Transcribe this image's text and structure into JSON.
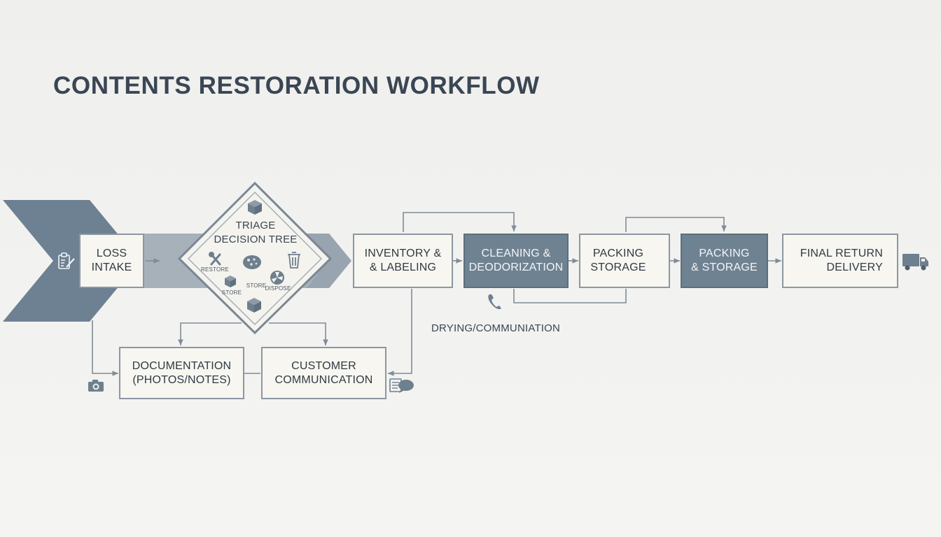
{
  "title": "CONTENTS RESTORATION WORKFLOW",
  "nodes": {
    "loss_intake": {
      "line1": "LOSS",
      "line2": "INTAKE"
    },
    "triage": {
      "line1": "TRIAGE",
      "line2": "DECISION TREE",
      "opt_restore": "RESTORE",
      "opt_store": "STORE",
      "opt_store2": "STORE",
      "opt_dispose": "DISPOSE"
    },
    "inventory": {
      "line1": "INVENTORY &",
      "line2": "& LABELING"
    },
    "cleaning": {
      "line1": "CLEANING &",
      "line2": "DEODORIZATION"
    },
    "packing1": {
      "line1": "PACKING",
      "line2": "STORAGE"
    },
    "packing2": {
      "line1": "PACKING",
      "line2": "& STORAGE"
    },
    "final_return": {
      "line1": "FINAL RETURN",
      "line2": "DELIVERY"
    },
    "documentation": {
      "line1": "DOCUMENTATION",
      "line2": "(PHOTOS/NOTES)"
    },
    "customer_comm": {
      "line1": "CUSTOMER",
      "line2": "COMMUNICATION"
    }
  },
  "drying_label": "DRYING/COMMUNIATION",
  "icons": [
    "clipboard-icon",
    "wrench-icon",
    "sponge-icon",
    "trash-icon",
    "box-icon",
    "fan-icon",
    "phone-icon",
    "sun-icon",
    "truck-icon",
    "camera-icon",
    "chat-icon"
  ],
  "colors": {
    "dark_fill": "#6f8292",
    "chevron": "#6d8192",
    "band": "#a6b1ba",
    "box_fill": "#f7f6f0",
    "border": "#8b97a3",
    "connector": "#7f8c98"
  }
}
